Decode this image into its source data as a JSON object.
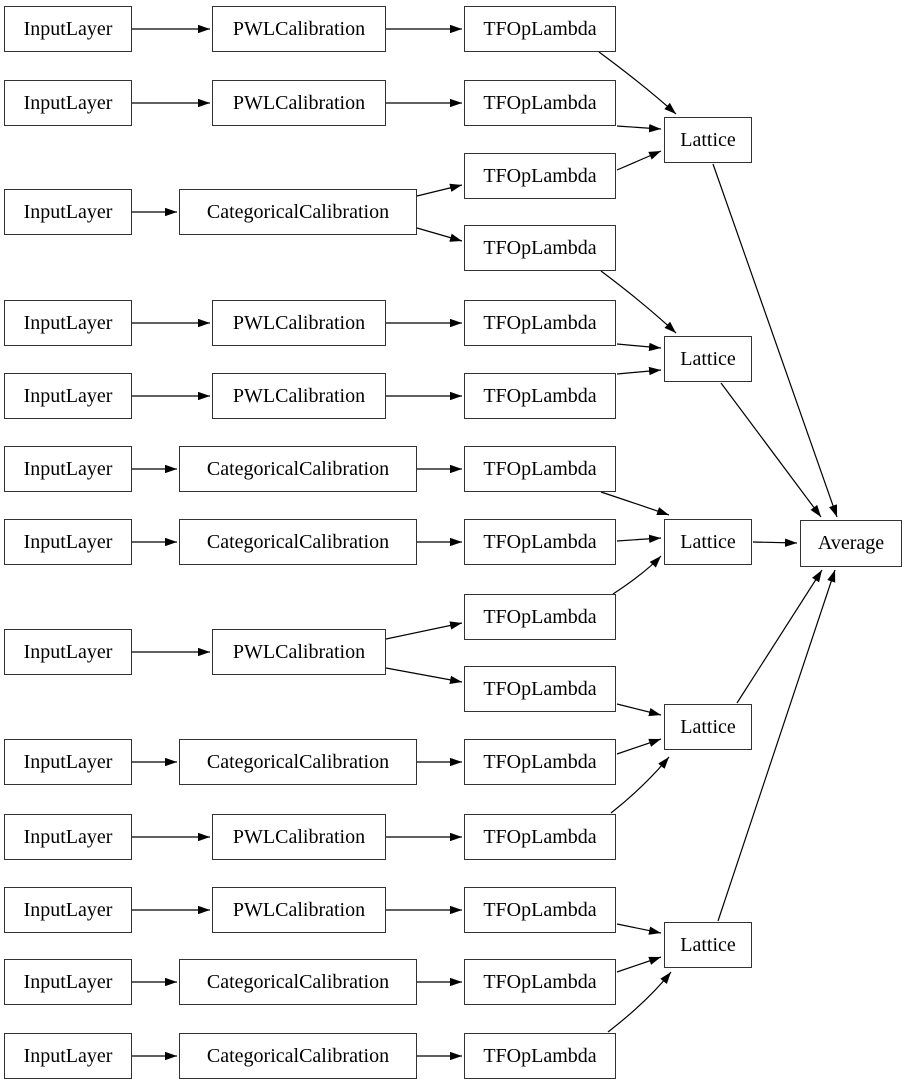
{
  "diagram": {
    "nodes": [
      {
        "id": "il1",
        "label": "InputLayer"
      },
      {
        "id": "il2",
        "label": "InputLayer"
      },
      {
        "id": "il3",
        "label": "InputLayer"
      },
      {
        "id": "il4",
        "label": "InputLayer"
      },
      {
        "id": "il5",
        "label": "InputLayer"
      },
      {
        "id": "il6",
        "label": "InputLayer"
      },
      {
        "id": "il7",
        "label": "InputLayer"
      },
      {
        "id": "il8",
        "label": "InputLayer"
      },
      {
        "id": "il9",
        "label": "InputLayer"
      },
      {
        "id": "il10",
        "label": "InputLayer"
      },
      {
        "id": "il11",
        "label": "InputLayer"
      },
      {
        "id": "il12",
        "label": "InputLayer"
      },
      {
        "id": "il13",
        "label": "InputLayer"
      },
      {
        "id": "cal1",
        "label": "PWLCalibration"
      },
      {
        "id": "cal2",
        "label": "PWLCalibration"
      },
      {
        "id": "cal3",
        "label": "CategoricalCalibration"
      },
      {
        "id": "cal4",
        "label": "PWLCalibration"
      },
      {
        "id": "cal5",
        "label": "PWLCalibration"
      },
      {
        "id": "cal6",
        "label": "CategoricalCalibration"
      },
      {
        "id": "cal7",
        "label": "CategoricalCalibration"
      },
      {
        "id": "cal8",
        "label": "PWLCalibration"
      },
      {
        "id": "cal9",
        "label": "CategoricalCalibration"
      },
      {
        "id": "cal10",
        "label": "PWLCalibration"
      },
      {
        "id": "cal11",
        "label": "PWLCalibration"
      },
      {
        "id": "cal12",
        "label": "CategoricalCalibration"
      },
      {
        "id": "cal13",
        "label": "CategoricalCalibration"
      },
      {
        "id": "tf1",
        "label": "TFOpLambda"
      },
      {
        "id": "tf2",
        "label": "TFOpLambda"
      },
      {
        "id": "tf3a",
        "label": "TFOpLambda"
      },
      {
        "id": "tf3b",
        "label": "TFOpLambda"
      },
      {
        "id": "tf4",
        "label": "TFOpLambda"
      },
      {
        "id": "tf5",
        "label": "TFOpLambda"
      },
      {
        "id": "tf6",
        "label": "TFOpLambda"
      },
      {
        "id": "tf7",
        "label": "TFOpLambda"
      },
      {
        "id": "tf8a",
        "label": "TFOpLambda"
      },
      {
        "id": "tf8b",
        "label": "TFOpLambda"
      },
      {
        "id": "tf9",
        "label": "TFOpLambda"
      },
      {
        "id": "tf10",
        "label": "TFOpLambda"
      },
      {
        "id": "tf11",
        "label": "TFOpLambda"
      },
      {
        "id": "tf12",
        "label": "TFOpLambda"
      },
      {
        "id": "tf13",
        "label": "TFOpLambda"
      },
      {
        "id": "lat1",
        "label": "Lattice"
      },
      {
        "id": "lat2",
        "label": "Lattice"
      },
      {
        "id": "lat3",
        "label": "Lattice"
      },
      {
        "id": "lat4",
        "label": "Lattice"
      },
      {
        "id": "lat5",
        "label": "Lattice"
      },
      {
        "id": "avg",
        "label": "Average"
      }
    ],
    "edges": [
      {
        "from": "il1",
        "to": "cal1"
      },
      {
        "from": "il2",
        "to": "cal2"
      },
      {
        "from": "il3",
        "to": "cal3"
      },
      {
        "from": "il4",
        "to": "cal4"
      },
      {
        "from": "il5",
        "to": "cal5"
      },
      {
        "from": "il6",
        "to": "cal6"
      },
      {
        "from": "il7",
        "to": "cal7"
      },
      {
        "from": "il8",
        "to": "cal8"
      },
      {
        "from": "il9",
        "to": "cal9"
      },
      {
        "from": "il10",
        "to": "cal10"
      },
      {
        "from": "il11",
        "to": "cal11"
      },
      {
        "from": "il12",
        "to": "cal12"
      },
      {
        "from": "il13",
        "to": "cal13"
      },
      {
        "from": "cal1",
        "to": "tf1"
      },
      {
        "from": "cal2",
        "to": "tf2"
      },
      {
        "from": "cal3",
        "to": "tf3a"
      },
      {
        "from": "cal3",
        "to": "tf3b"
      },
      {
        "from": "cal4",
        "to": "tf4"
      },
      {
        "from": "cal5",
        "to": "tf5"
      },
      {
        "from": "cal6",
        "to": "tf6"
      },
      {
        "from": "cal7",
        "to": "tf7"
      },
      {
        "from": "cal8",
        "to": "tf8a"
      },
      {
        "from": "cal8",
        "to": "tf8b"
      },
      {
        "from": "cal9",
        "to": "tf9"
      },
      {
        "from": "cal10",
        "to": "tf10"
      },
      {
        "from": "cal11",
        "to": "tf11"
      },
      {
        "from": "cal12",
        "to": "tf12"
      },
      {
        "from": "cal13",
        "to": "tf13"
      },
      {
        "from": "tf1",
        "to": "lat1"
      },
      {
        "from": "tf2",
        "to": "lat1"
      },
      {
        "from": "tf3a",
        "to": "lat1"
      },
      {
        "from": "tf3b",
        "to": "lat2"
      },
      {
        "from": "tf4",
        "to": "lat2"
      },
      {
        "from": "tf5",
        "to": "lat2"
      },
      {
        "from": "tf6",
        "to": "lat3"
      },
      {
        "from": "tf7",
        "to": "lat3"
      },
      {
        "from": "tf8a",
        "to": "lat3"
      },
      {
        "from": "tf8b",
        "to": "lat4"
      },
      {
        "from": "tf9",
        "to": "lat4"
      },
      {
        "from": "tf10",
        "to": "lat4"
      },
      {
        "from": "tf11",
        "to": "lat5"
      },
      {
        "from": "tf12",
        "to": "lat5"
      },
      {
        "from": "tf13",
        "to": "lat5"
      },
      {
        "from": "lat1",
        "to": "avg"
      },
      {
        "from": "lat2",
        "to": "avg"
      },
      {
        "from": "lat3",
        "to": "avg"
      },
      {
        "from": "lat4",
        "to": "avg"
      },
      {
        "from": "lat5",
        "to": "avg"
      }
    ],
    "colors": {
      "node_border": "#333333",
      "node_fill": "#ffffff",
      "edge": "#000000",
      "text": "#000000",
      "background": "#ffffff"
    }
  }
}
